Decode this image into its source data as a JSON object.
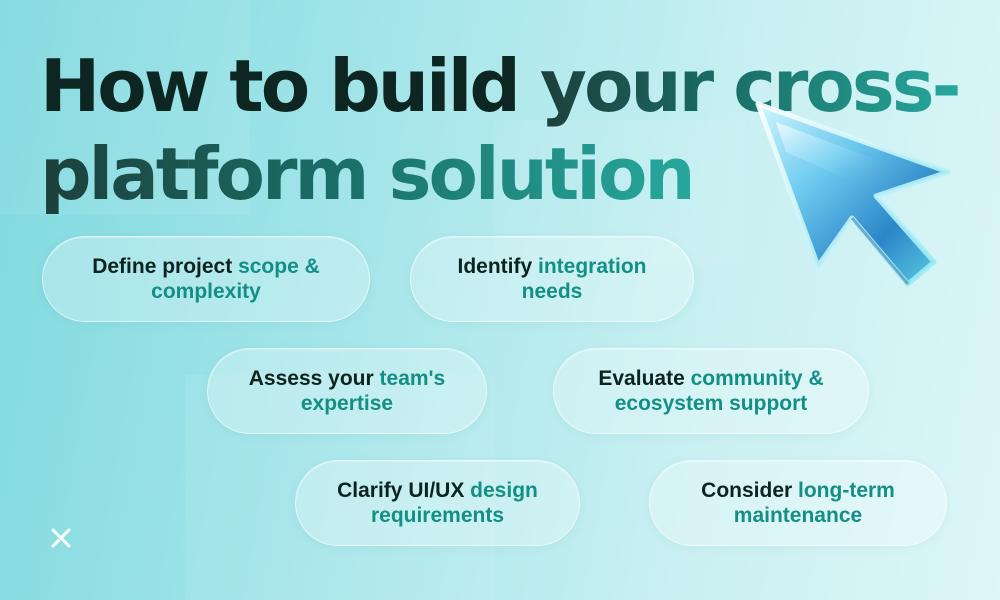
{
  "headline": {
    "part1": "How to build ",
    "part2": "your cross-",
    "part3": "platform solution"
  },
  "steps": [
    {
      "plain": "Define project ",
      "accent": "scope & complexity"
    },
    {
      "plain": "Identify ",
      "accent": "integration needs"
    },
    {
      "plain": "Assess your ",
      "accent": "team's expertise"
    },
    {
      "plain": "Evaluate ",
      "accent": "community & ecosystem support"
    },
    {
      "plain": "Clarify UI/UX ",
      "accent": "design requirements"
    },
    {
      "plain": "Consider ",
      "accent": "long-term maintenance"
    }
  ],
  "icons": {
    "logo": "x-logo-icon",
    "cursor": "pointer-cursor-icon"
  },
  "colors": {
    "text_dark": "#0d2621",
    "accent": "#138f86",
    "background_left": "#7fd9df",
    "background_right": "#ddf6f8"
  }
}
